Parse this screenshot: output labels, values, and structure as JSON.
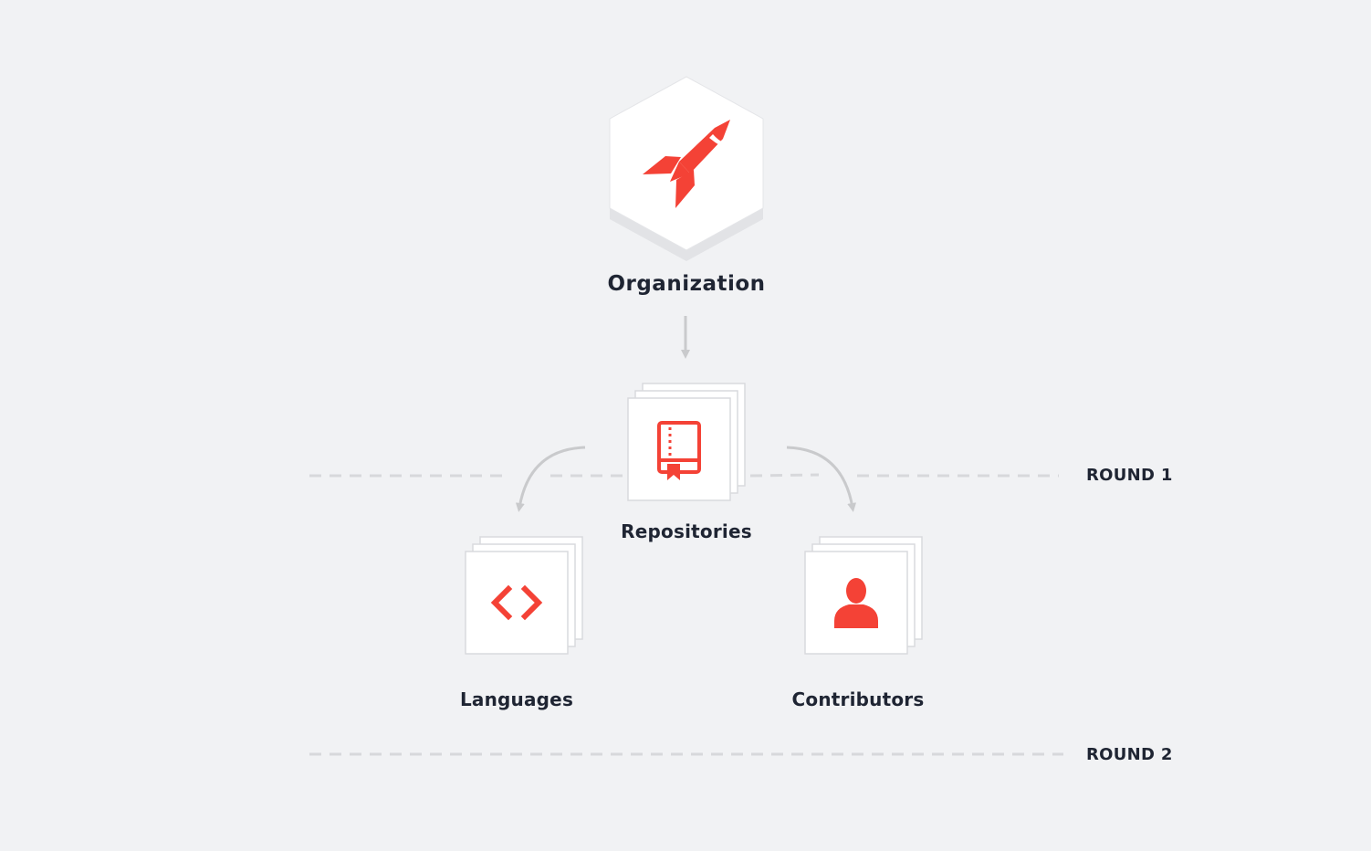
{
  "nodes": {
    "organization": {
      "label": "Organization",
      "icon": "rocket-icon"
    },
    "repositories": {
      "label": "Repositories",
      "icon": "book-icon"
    },
    "languages": {
      "label": "Languages",
      "icon": "code-brackets-icon"
    },
    "contributors": {
      "label": "Contributors",
      "icon": "person-icon"
    }
  },
  "rounds": [
    {
      "label": "ROUND 1"
    },
    {
      "label": "ROUND 2"
    }
  ],
  "colors": {
    "background": "#f1f2f4",
    "accent": "#f44236",
    "card": "#ffffff",
    "card_border": "#d9dadd",
    "connector": "#c9cacc",
    "divider": "#d7d8db",
    "text": "#1f2533"
  }
}
